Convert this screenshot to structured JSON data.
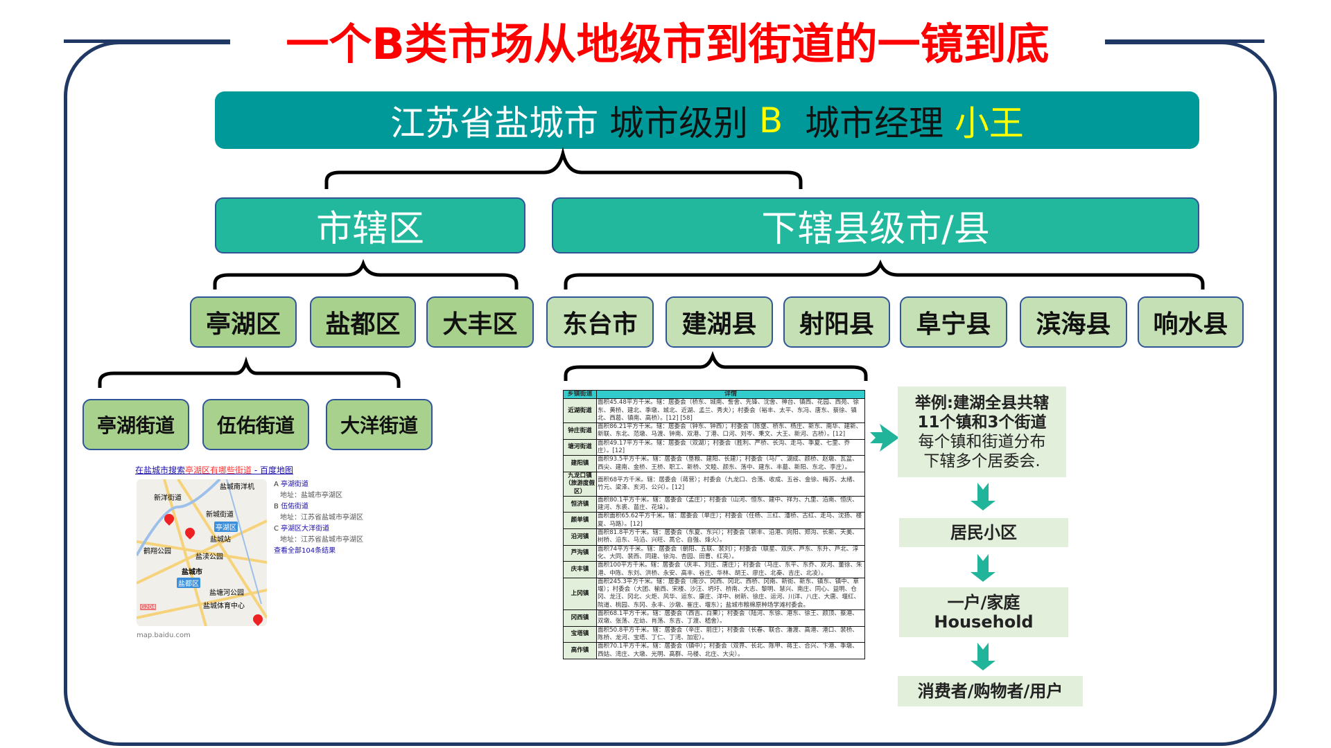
{
  "title": "一个B类市场从地级市到街道的一镜到底",
  "banner": {
    "city": "江苏省盐城市",
    "level_label": "城市级别",
    "level": "B",
    "manager_label": "城市经理",
    "manager": "小王"
  },
  "level2": {
    "urban": "市辖区",
    "county": "下辖县级市/县"
  },
  "districts": [
    "亭湖区",
    "盐都区",
    "大丰区"
  ],
  "counties": [
    "东台市",
    "建湖县",
    "射阳县",
    "阜宁县",
    "滨海县",
    "响水县"
  ],
  "streets": [
    "亭湖街道",
    "伍佑街道",
    "大洋街道"
  ],
  "map": {
    "title_prefix": "在盐城市搜索",
    "title_query": "亭湖区有哪些街道",
    "title_suffix": " - 百度地图",
    "results": [
      {
        "letter": "A",
        "name": "亭湖街道",
        "addr": "地址：盐城市亭湖区"
      },
      {
        "letter": "B",
        "name": "伍佑街道",
        "addr": "地址：江苏省盐城市亭湖区"
      },
      {
        "letter": "C",
        "name": "亭湖区大洋街道",
        "addr": "地址：江苏省盐城市亭湖区"
      }
    ],
    "more": "查看全部104条结果",
    "source": "map.baidu.com",
    "labels": {
      "l1": "新洋街道",
      "l2": "新城街道",
      "l3": "亭湖区",
      "l4": "盐城站",
      "l5": "鹤翔公园",
      "l6": "盐渎公园",
      "l7": "盐城市",
      "l8": "盐都区",
      "l9": "盐塘河公园",
      "l10": "盐城体育中心",
      "l11": "盐城南洋机",
      "l12": "G204"
    }
  },
  "table": {
    "headers": [
      "乡镇街道",
      "详情"
    ],
    "rows": [
      {
        "name": "近湖街道",
        "detail": "面积45.48平方千米。辖：居委会（桥东、城南、訾舍、先锋、沈舍、神台、镇西、花园、西苑、徐东、黄桥、建北、季墩、城北、近湖、孟兰、秀夫）；村委会（裕丰、太平、东冯、唐东、蔡徐、镇北、西葛、镇南、高桥）。[12] [58]"
      },
      {
        "name": "钟庄街道",
        "detail": "面积86.21平方千米。辖：居委会（钟东、钟西）；村委会（陈堡、桥东、杨庄、新东、南华、建新、新联、东北、范墩、马渡、钟南、双港、丁港、口河、刘岑、秉文、大王、新河、古桥）。[12]"
      },
      {
        "name": "塘河街道",
        "detail": "面积49.17平方千米。辖：居委会（双湖）；村委会（胜利、严桥、长沟、走马、季夏、七里、乔庄）。[12]"
      },
      {
        "name": "建阳镇",
        "detail": "面积93.5平方千米。辖：居委会（垦粮、建阳、长建）；村委会（马厂、湖成、颜桥、赵墩、瓦盆、西尖、建南、金桥、王桥、职工、新桥、文睦、颜东、荡中、建东、丰墓、新阳、东北、李庄）。"
      },
      {
        "name": "九龙口镇（旅游度假区）",
        "detail": "面积68平方千米。辖：居委会（蒋营）；村委会（九龙口、合荡、收成、五谷、金徐、梅苏、太绪、竹元、梁泽、亥河、公兴）。[12]"
      },
      {
        "name": "恒济镇",
        "detail": "面积80.1平方千米。辖：居委会（孟庄）；村委会（山河、恒东、建中、祥为、九里、沿南、恒庆、建河、东裘、苗庄、花垛）。"
      },
      {
        "name": "颜单镇",
        "detail": "面积面积65.62平方千米。辖：居委会（单庄）；村委会（任杨、三红、漕桥、古红、走马、沈扬、楼夏、马路）。[12]"
      },
      {
        "name": "沿河镇",
        "detail": "面积81.8平方千米。辖：居委会（东夏、东兴）；村委会（新丰、沿港、向阳、郑沟、长新、天美、树桥、沿东、马沿、兴旺、蒿仑、自强、烽火）。"
      },
      {
        "name": "芦沟镇",
        "detail": "面积74平方千米。辖：居委会（朝阳、五联、裴刘）；村委会（联星、双庆、芦东、东升、芦北、淳化、大同、裴西、同建、徐沟、杏园、田曹、红亮）。"
      },
      {
        "name": "庆丰镇",
        "detail": "面积100平方千米。辖：居委会（庆丰、刘庄、唐庄）；村委会（马庄、东平、东乔、双河、董徐、朱港、中陈、东刘、洪桥、永安、高丰、谷庄、华林、胡王、廖庄、北秦、吉庄、北凌）。"
      },
      {
        "name": "上冈镇",
        "detail": "面积245.3平方千米。辖：居委会（南沙、冈西、冈北、西桥、冈南、新街、新东、镇东、镇中、草堰）；村委会（大团、榆西、宋楼、沙汪、坍圩、桥南、大志、黎明、慧兴、南庄、同心、益明、仓冈、龙汪、冈北、火炬、风华、运东、康庄、洋中、树新、徐庄、运河、川洋、八庄、大唐、堰红、院道、桃园、东冈、永丰、沙墩、崔庄、堰东）；盐城市粮棉原种场学滩村委会。"
      },
      {
        "name": "冈西镇",
        "detail": "面积68.1平方千米。辖：居委会（西吉、白果）；村委会（陆河、东徐、港东、徐王、颜顶、蔡港、双墩、张荡、左幼、肖荡、东吉、丁渡、嵇舍）。"
      },
      {
        "name": "宝塔镇",
        "detail": "面积50.8平方千米。辖：居委会（辛庄、前庄）；村委会（长春、联合、潘渡、高港、港口、裴桥、陈桥、龙河、宝塔、丁仁、丁湾、加宏）。"
      },
      {
        "name": "高作镇",
        "detail": "面积70.1平方千米。辖：居委会（镇中）；村委会（双界、长北、陈甲、蒋王、合兴、卞港、季墩、西姑、湾庄、大墩、光明、高群、马楼、北庄、大尖）。"
      }
    ]
  },
  "flow": {
    "example_line1": "举例:建湖全县共辖",
    "example_line2": "11个镇和3个街道",
    "example_line3": "每个镇和街道分布",
    "example_line4": "下辖多个居委会.",
    "community": "居民小区",
    "household_cn": "一户/家庭",
    "household_en": "Household",
    "consumer": "消费者/购物者/用户"
  },
  "colors": {
    "title": "#ff0000",
    "banner": "#009999",
    "level2": "#21b89e",
    "district": "#a9d18e",
    "county": "#c5e0b4",
    "arrow": "#20b59a",
    "frame": "#1f3864"
  }
}
